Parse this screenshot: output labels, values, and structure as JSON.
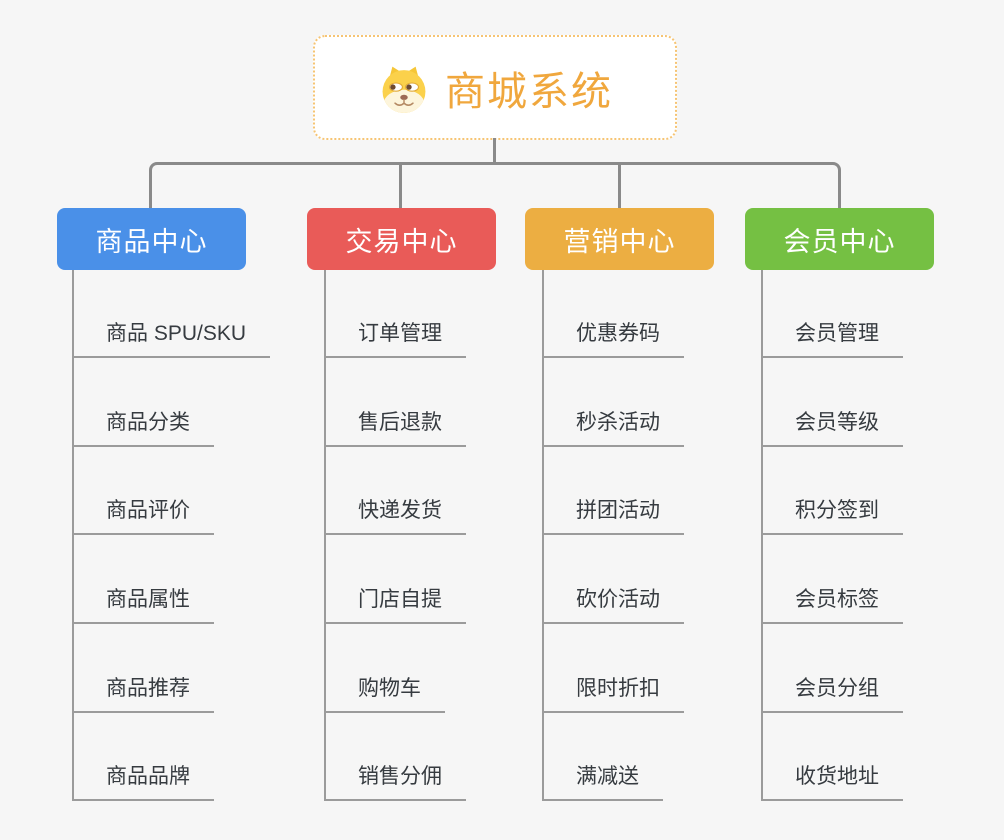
{
  "page": {
    "background": "#f6f6f6",
    "connector_color": "#8a8a8a"
  },
  "root": {
    "title": "商城系统",
    "icon": "doge-face-icon",
    "title_color": "#f0a73d",
    "border_color": "#f6c473"
  },
  "branches": [
    {
      "label": "商品中心",
      "color": "#4a90e8",
      "children": [
        "商品 SPU/SKU",
        "商品分类",
        "商品评价",
        "商品属性",
        "商品推荐",
        "商品品牌"
      ]
    },
    {
      "label": "交易中心",
      "color": "#e95b58",
      "children": [
        "订单管理",
        "售后退款",
        "快递发货",
        "门店自提",
        "购物车",
        "销售分佣"
      ]
    },
    {
      "label": "营销中心",
      "color": "#ecae42",
      "children": [
        "优惠券码",
        "秒杀活动",
        "拼团活动",
        "砍价活动",
        "限时折扣",
        "满减送"
      ]
    },
    {
      "label": "会员中心",
      "color": "#75c043",
      "children": [
        "会员管理",
        "会员等级",
        "积分签到",
        "会员标签",
        "会员分组",
        "收货地址"
      ]
    }
  ]
}
